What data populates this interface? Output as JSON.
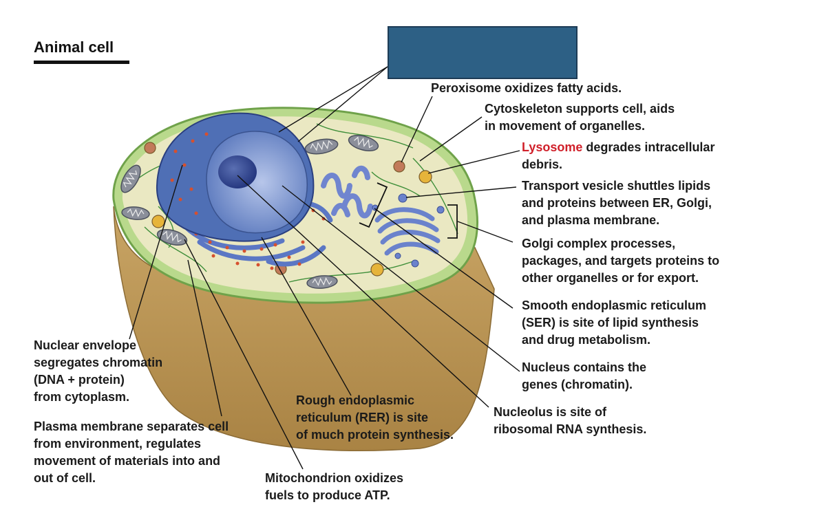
{
  "title": "Animal cell",
  "colors": {
    "cytoplasm": "#eae8c2",
    "membrane_rim": "#8fc36a",
    "cell_base": "#c7a15e",
    "nucleus": "#4f6fb5",
    "er": "#5b77c4",
    "ribosome": "#d6502e",
    "lysosome_highlight": "#d0202a",
    "answer_box": "#2d6085"
  },
  "labels": {
    "peroxisome": "Peroxisome oxidizes fatty acids.",
    "cytoskeleton": "Cytoskeleton supports cell, aids\nin movement of organelles.",
    "lysosome_term": "Lysosome",
    "lysosome_rest": " degrades intracellular\ndebris.",
    "transport_vesicle": "Transport vesicle shuttles lipids\nand proteins between ER, Golgi,\nand plasma membrane.",
    "golgi": "Golgi complex processes,\npackages, and targets proteins to\nother organelles or for export.",
    "ser": "Smooth endoplasmic reticulum\n(SER) is site of lipid synthesis\nand drug metabolism.",
    "nucleus": "Nucleus contains the\ngenes (chromatin).",
    "nucleolus": "Nucleolus is site of\nribosomal RNA synthesis.",
    "rer": "Rough endoplasmic\nreticulum (RER) is site\nof much protein synthesis.",
    "mitochondrion": "Mitochondrion oxidizes\nfuels to produce ATP.",
    "nuclear_envelope": "Nuclear envelope\nsegregates chromatin\n(DNA + protein)\nfrom cytoplasm.",
    "plasma_membrane": "Plasma membrane separates cell\nfrom environment, regulates\nmovement of materials into and\nout of cell."
  }
}
